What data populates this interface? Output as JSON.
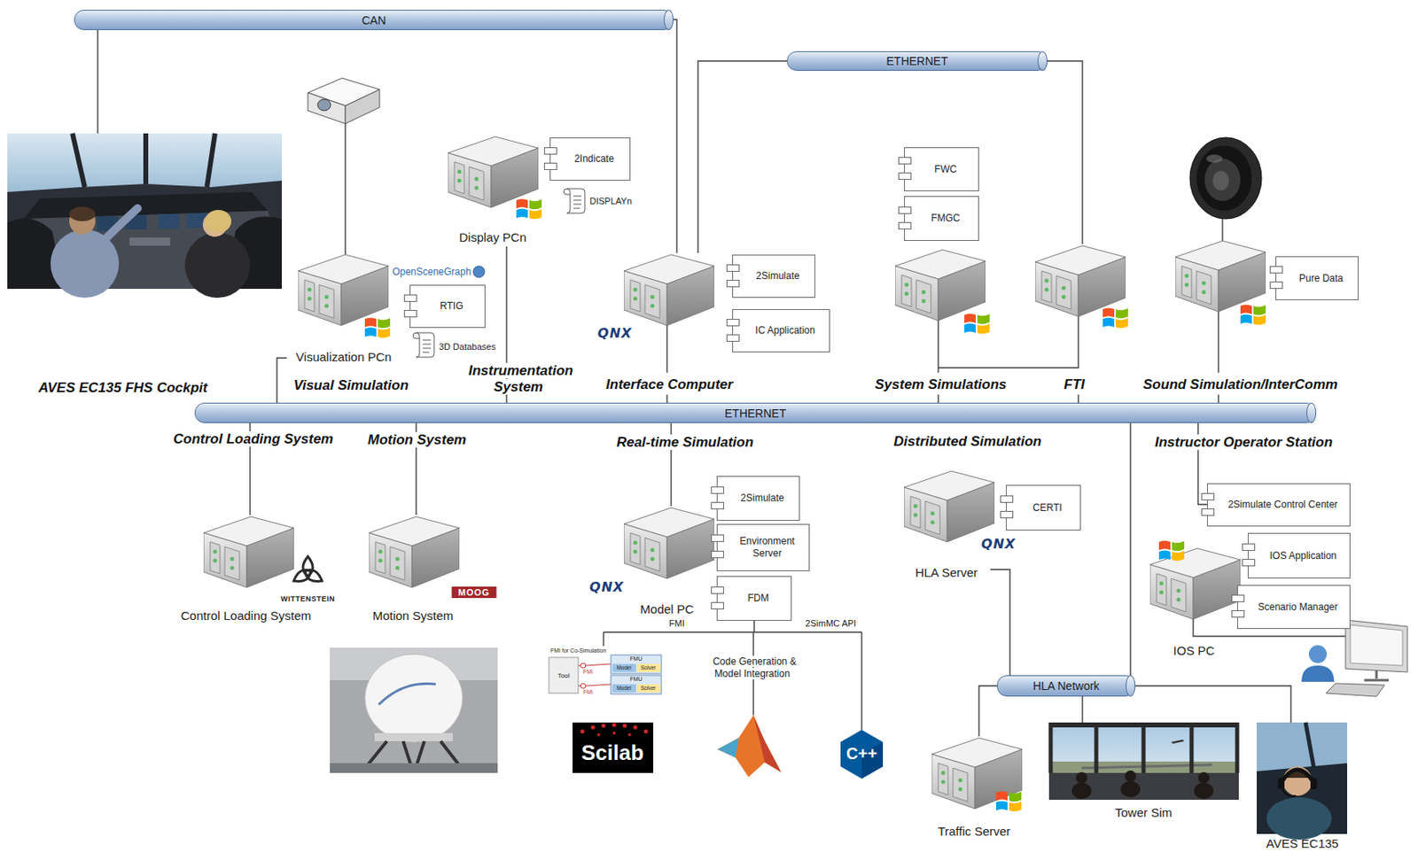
{
  "diagram": {
    "nodes": [
      {
        "text": [
          "CAN"
        ]
      },
      {
        "text": [
          "AVES EC135 FHS Cockpit"
        ]
      },
      {
        "text": [
          "Display PCn"
        ]
      },
      {
        "text": [
          "2Indicate"
        ]
      },
      {
        "text": [
          "DISPLAYn"
        ]
      },
      {
        "text": [
          "ETHERNET"
        ]
      },
      {
        "text": [
          "FWC"
        ]
      },
      {
        "text": [
          "FMGC"
        ]
      },
      {
        "text": [
          "Visualization PCn"
        ]
      },
      {
        "text": [
          "RTIG"
        ]
      },
      {
        "text": [
          "3D Databases"
        ]
      },
      {
        "text": [
          "Interface Computer"
        ]
      },
      {
        "text": [
          "2Simulate"
        ]
      },
      {
        "text": [
          "IC Application"
        ]
      },
      {
        "text": [
          "System Simulations"
        ]
      },
      {
        "text": [
          "FTI"
        ]
      },
      {
        "text": [
          "Sound Simulation/InterComm"
        ]
      },
      {
        "text": [
          "Pure Data"
        ]
      },
      {
        "text": [
          "ETHERNET"
        ]
      },
      {
        "text": [
          "Control Loading System"
        ]
      },
      {
        "text": [
          "Motion System"
        ]
      },
      {
        "text": [
          "Model PC"
        ]
      },
      {
        "text": [
          "2Simulate"
        ]
      },
      {
        "text": [
          "Environment Server"
        ]
      },
      {
        "text": [
          "FDM"
        ]
      },
      {
        "text": [
          "HLA Server"
        ]
      },
      {
        "text": [
          "CERTI"
        ]
      },
      {
        "text": [
          "2Simulate Control Center"
        ]
      },
      {
        "text": [
          "IOS Application"
        ]
      },
      {
        "text": [
          "Scenario Manager"
        ]
      },
      {
        "text": [
          "IOS PC"
        ]
      },
      {
        "text": [
          "HLA Network"
        ]
      },
      {
        "text": [
          "Traffic Server"
        ]
      },
      {
        "text": [
          "Tower Sim"
        ]
      },
      {
        "text": [
          "AVES EC135"
        ]
      }
    ],
    "edges": [
      {
        "from": 0,
        "to": 1,
        "arrow": "none"
      },
      {
        "from": 0,
        "to": 11,
        "arrow": "none"
      },
      {
        "from": 5,
        "to": 11,
        "arrow": "none"
      },
      {
        "from": 5,
        "to": 15,
        "arrow": "none"
      },
      {
        "from": 11,
        "to": 18,
        "arrow": "none"
      },
      {
        "from": 8,
        "to": 18,
        "arrow": "none"
      },
      {
        "from": 2,
        "to": 18,
        "arrow": "none"
      },
      {
        "from": 14,
        "to": 18,
        "arrow": "none"
      },
      {
        "from": 15,
        "to": 18,
        "arrow": "none"
      },
      {
        "from": 16,
        "to": 18,
        "arrow": "none"
      },
      {
        "from": 18,
        "to": 19,
        "arrow": "none"
      },
      {
        "from": 18,
        "to": 20,
        "arrow": "none"
      },
      {
        "from": 18,
        "to": 21,
        "arrow": "none"
      },
      {
        "from": 18,
        "to": 31,
        "arrow": "none"
      },
      {
        "from": 18,
        "to": 27,
        "arrow": "none"
      },
      {
        "from": 25,
        "to": 31,
        "arrow": "none"
      },
      {
        "from": 31,
        "to": 32,
        "arrow": "none"
      },
      {
        "from": 31,
        "to": 33,
        "arrow": "none"
      },
      {
        "from": 31,
        "to": 34,
        "arrow": "none"
      }
    ],
    "labels": [
      "Visual Simulation",
      "Instrumentation System",
      "Control Loading System",
      "Motion System",
      "Real-time Simulation",
      "Distributed Simulation",
      "Instructor Operator Station",
      "OpenSceneGraph",
      "QNX",
      "QNX",
      "QNX",
      "WITTENSTEIN",
      "MOOG",
      "FMI for Co-Simulation",
      "Tool",
      "FMI",
      "FMI",
      "FMU",
      "Model",
      "Solver",
      "FMU",
      "Model",
      "Solver",
      "FMI",
      "Code Generation & Model Integration",
      "2SimMC API",
      "Scilab",
      "C++"
    ]
  }
}
